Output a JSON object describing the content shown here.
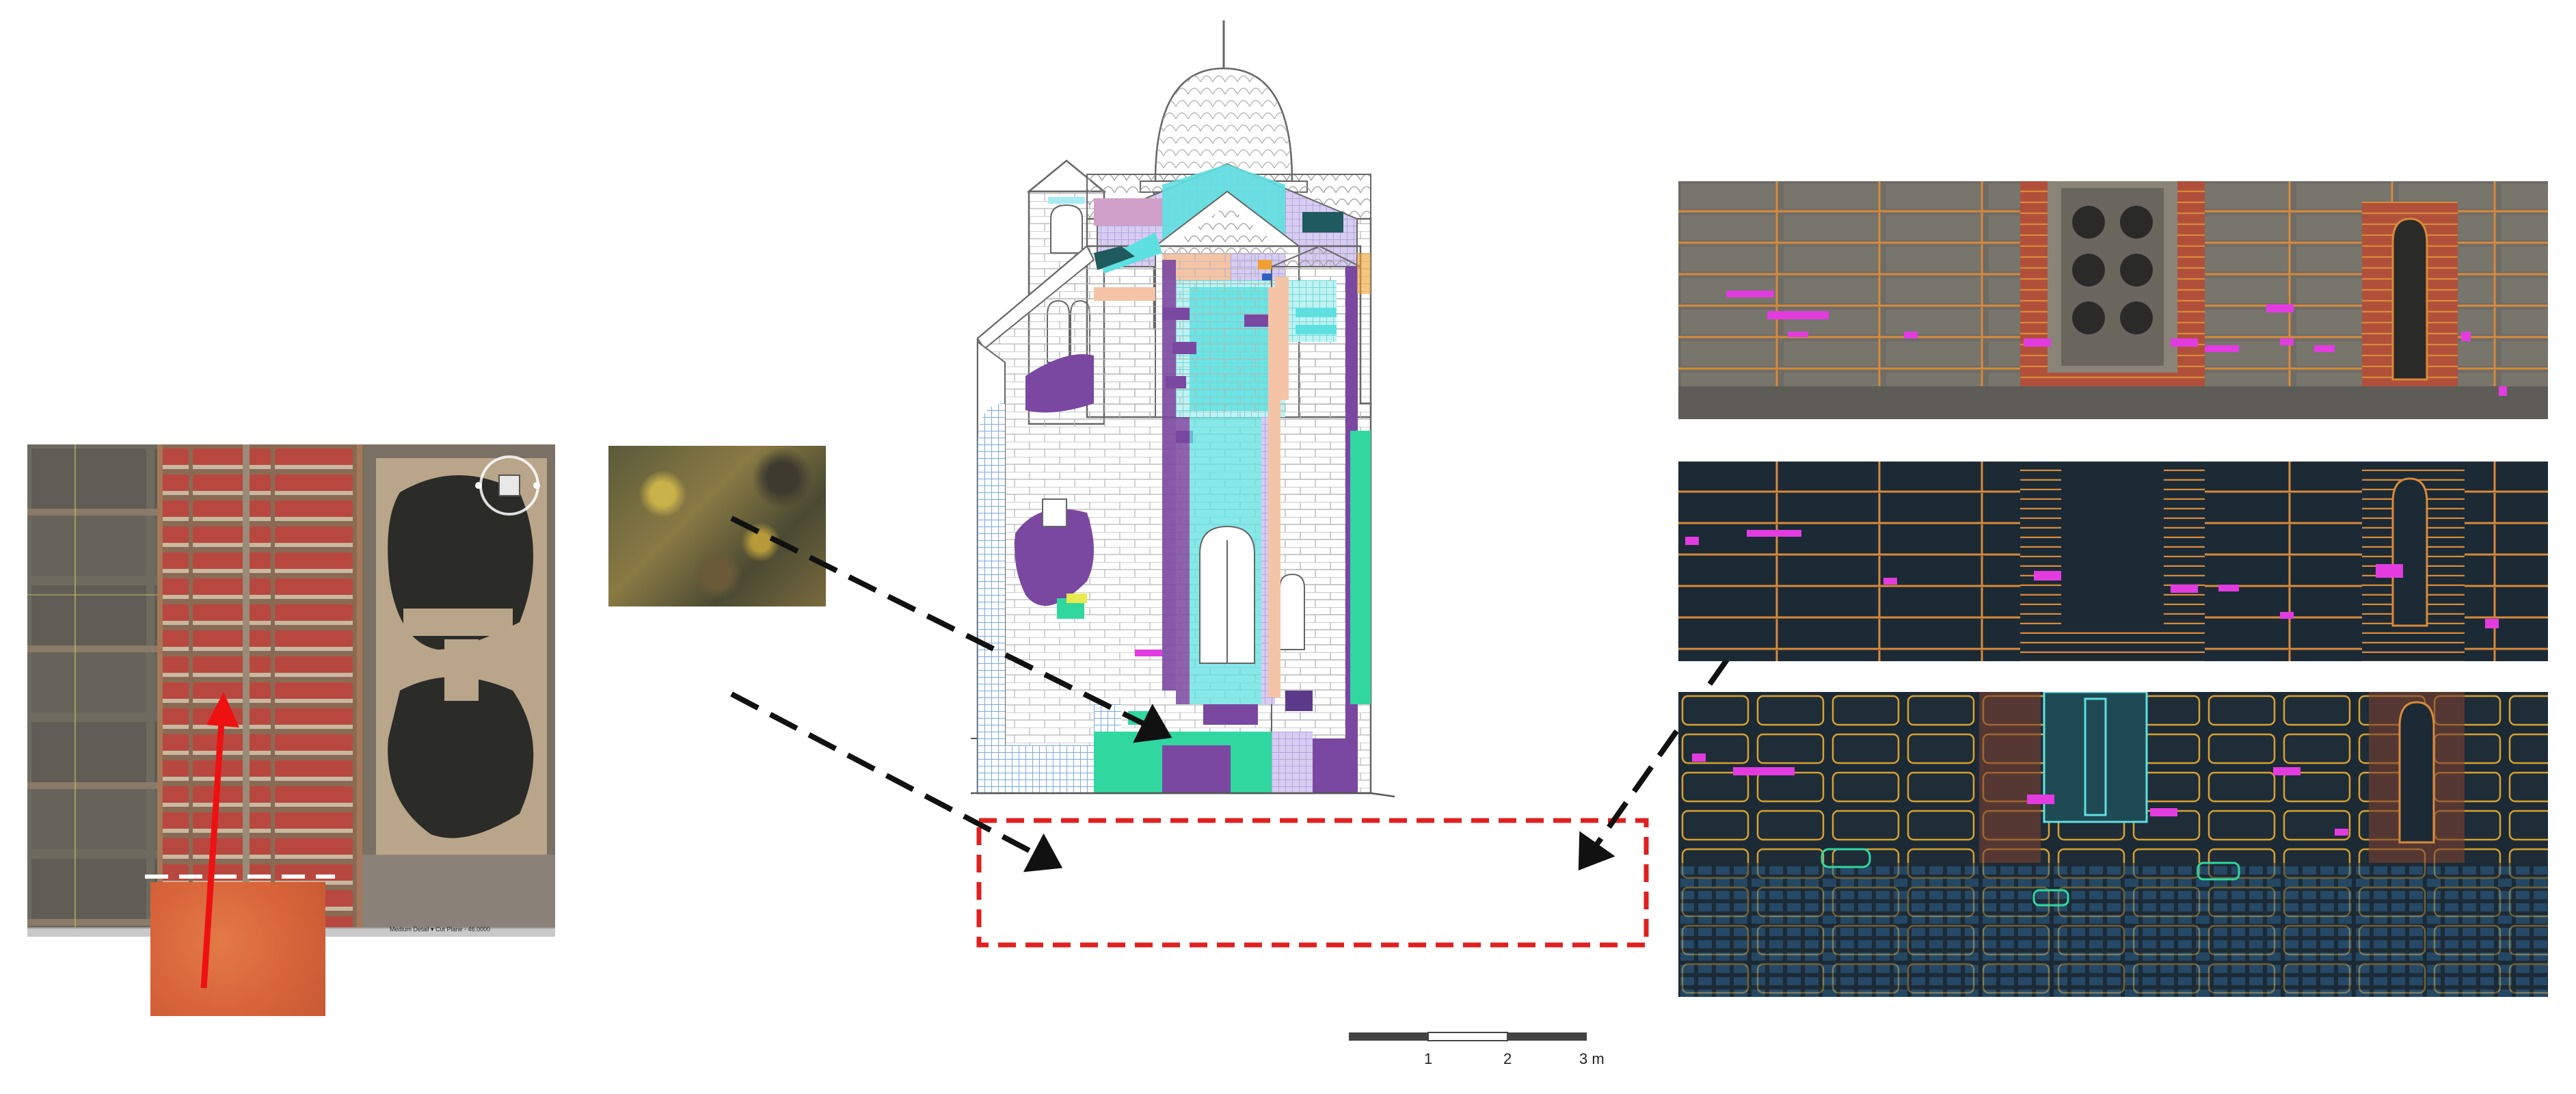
{
  "figure": {
    "scale_bar": {
      "ticks": [
        "1",
        "2",
        "3 m"
      ]
    },
    "photo_panel": {
      "status_text": "Medium Detail ▾   Cut Plane - 46.0000"
    },
    "colors": {
      "mortar_outline": "#d98a3a",
      "damage_magenta": "#e23ce0",
      "cad_background": "#1c2a35",
      "highlight_box": "#e02020",
      "arrow_red": "#ee1111",
      "map_purple": "#7a48a0",
      "map_cyan": "#5fe0e0",
      "map_green": "#30d8a0",
      "map_peach": "#f5c4a6"
    },
    "icons": [
      "navigation-compass-icon",
      "dashed-arrow-icon"
    ]
  }
}
